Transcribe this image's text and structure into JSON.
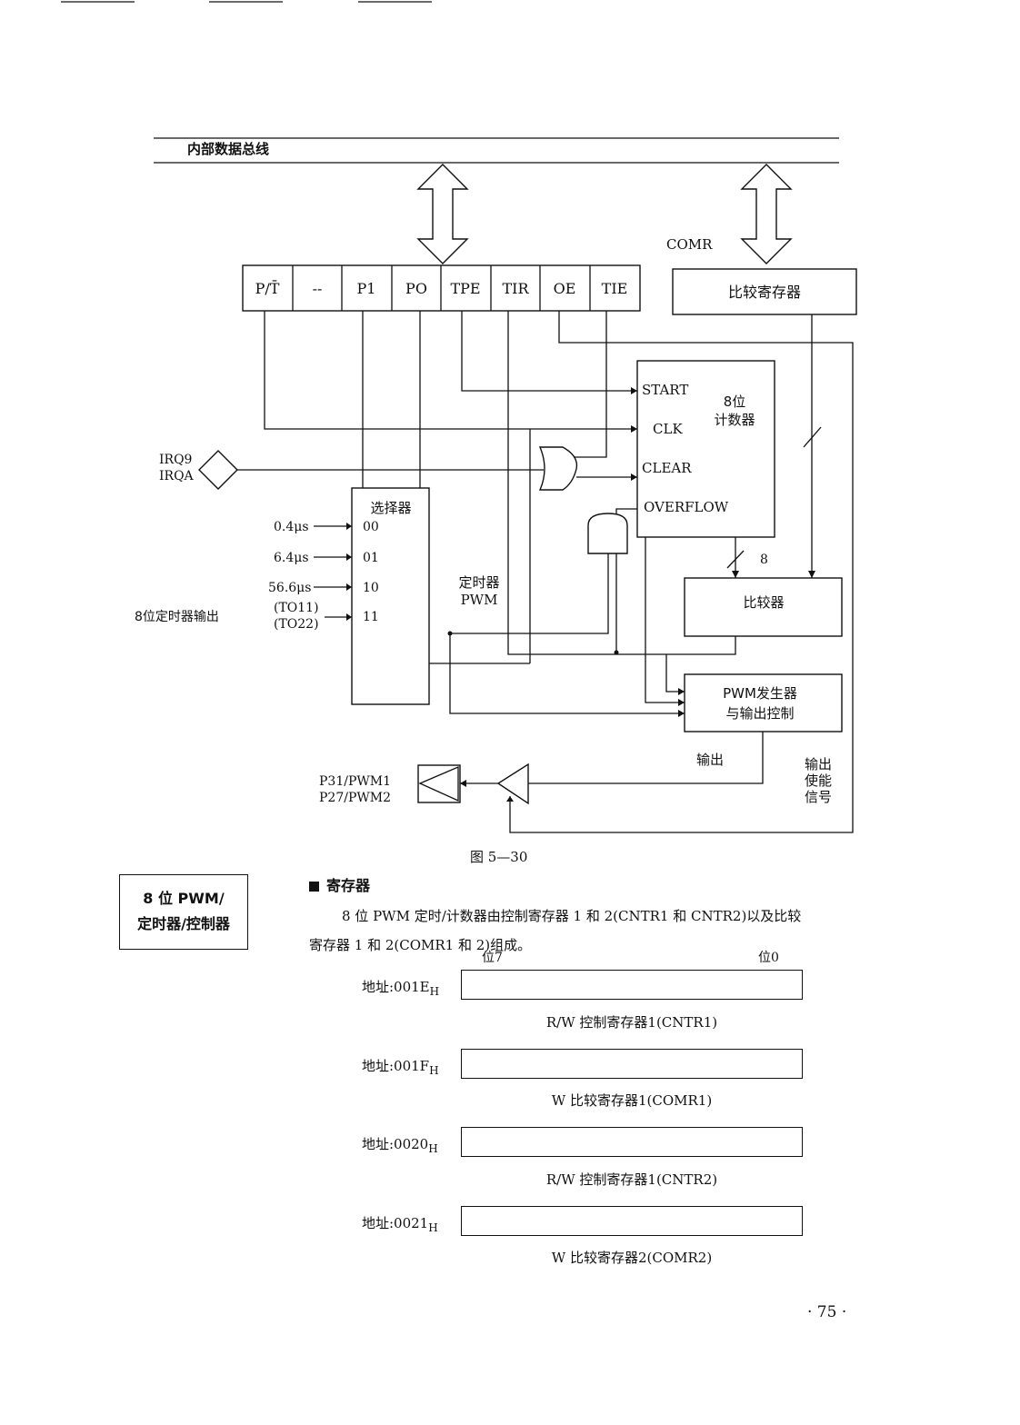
{
  "diagram": {
    "bus_label": "内部数据总线",
    "comr_label": "COMR",
    "control_bits": [
      "P/T̄",
      "--",
      "P1",
      "PO",
      "TPE",
      "TIR",
      "OE",
      "TIE"
    ],
    "compare_register": "比较寄存器",
    "counter_title_1": "8位",
    "counter_title_2": "计数器",
    "counter_ports": [
      "START",
      "CLK",
      "CLEAR",
      "OVERFLOW"
    ],
    "irq_1": "IRQ9",
    "irq_2": "IRQA",
    "selector_title": "选择器",
    "selector_inputs": [
      "0.4μs",
      "6.4μs",
      "56.6μs",
      "(TO11)",
      "(TO22)"
    ],
    "selector_codes": [
      "00",
      "01",
      "10",
      "11"
    ],
    "timer_output_label": "8位定时器输出",
    "timer_pwm_1": "定时器",
    "timer_pwm_2": "PWM",
    "bus_width": "8",
    "comparator": "比较器",
    "pwm_gen_1": "PWM发生器",
    "pwm_gen_2": "与输出控制",
    "output_label": "输出",
    "enable_1": "输出",
    "enable_2": "使能",
    "enable_3": "信号",
    "pin_1": "P31/PWM1",
    "pin_2": "P27/PWM2"
  },
  "figure_caption": "图 5—30",
  "side_box": {
    "line1": "8 位 PWM/",
    "line2": "定时器/控制器"
  },
  "section_title": "寄存器",
  "paragraph": {
    "line1": "8 位 PWM 定时/计数器由控制寄存器 1 和 2(CNTR1 和 CNTR2)以及比较",
    "line2": "寄存器 1 和 2(COMR1 和 2)组成。"
  },
  "bit_labels": {
    "high": "位7",
    "low": "位0"
  },
  "registers": [
    {
      "addr": "地址:001E",
      "sub": "H",
      "caption": "R/W 控制寄存器1(CNTR1)"
    },
    {
      "addr": "地址:001F",
      "sub": "H",
      "caption": "W 比较寄存器1(COMR1)"
    },
    {
      "addr": "地址:0020",
      "sub": "H",
      "caption": "R/W 控制寄存器1(CNTR2)"
    },
    {
      "addr": "地址:0021",
      "sub": "H",
      "caption": "W 比较寄存器2(COMR2)"
    }
  ],
  "page_number": "· 75 ·"
}
